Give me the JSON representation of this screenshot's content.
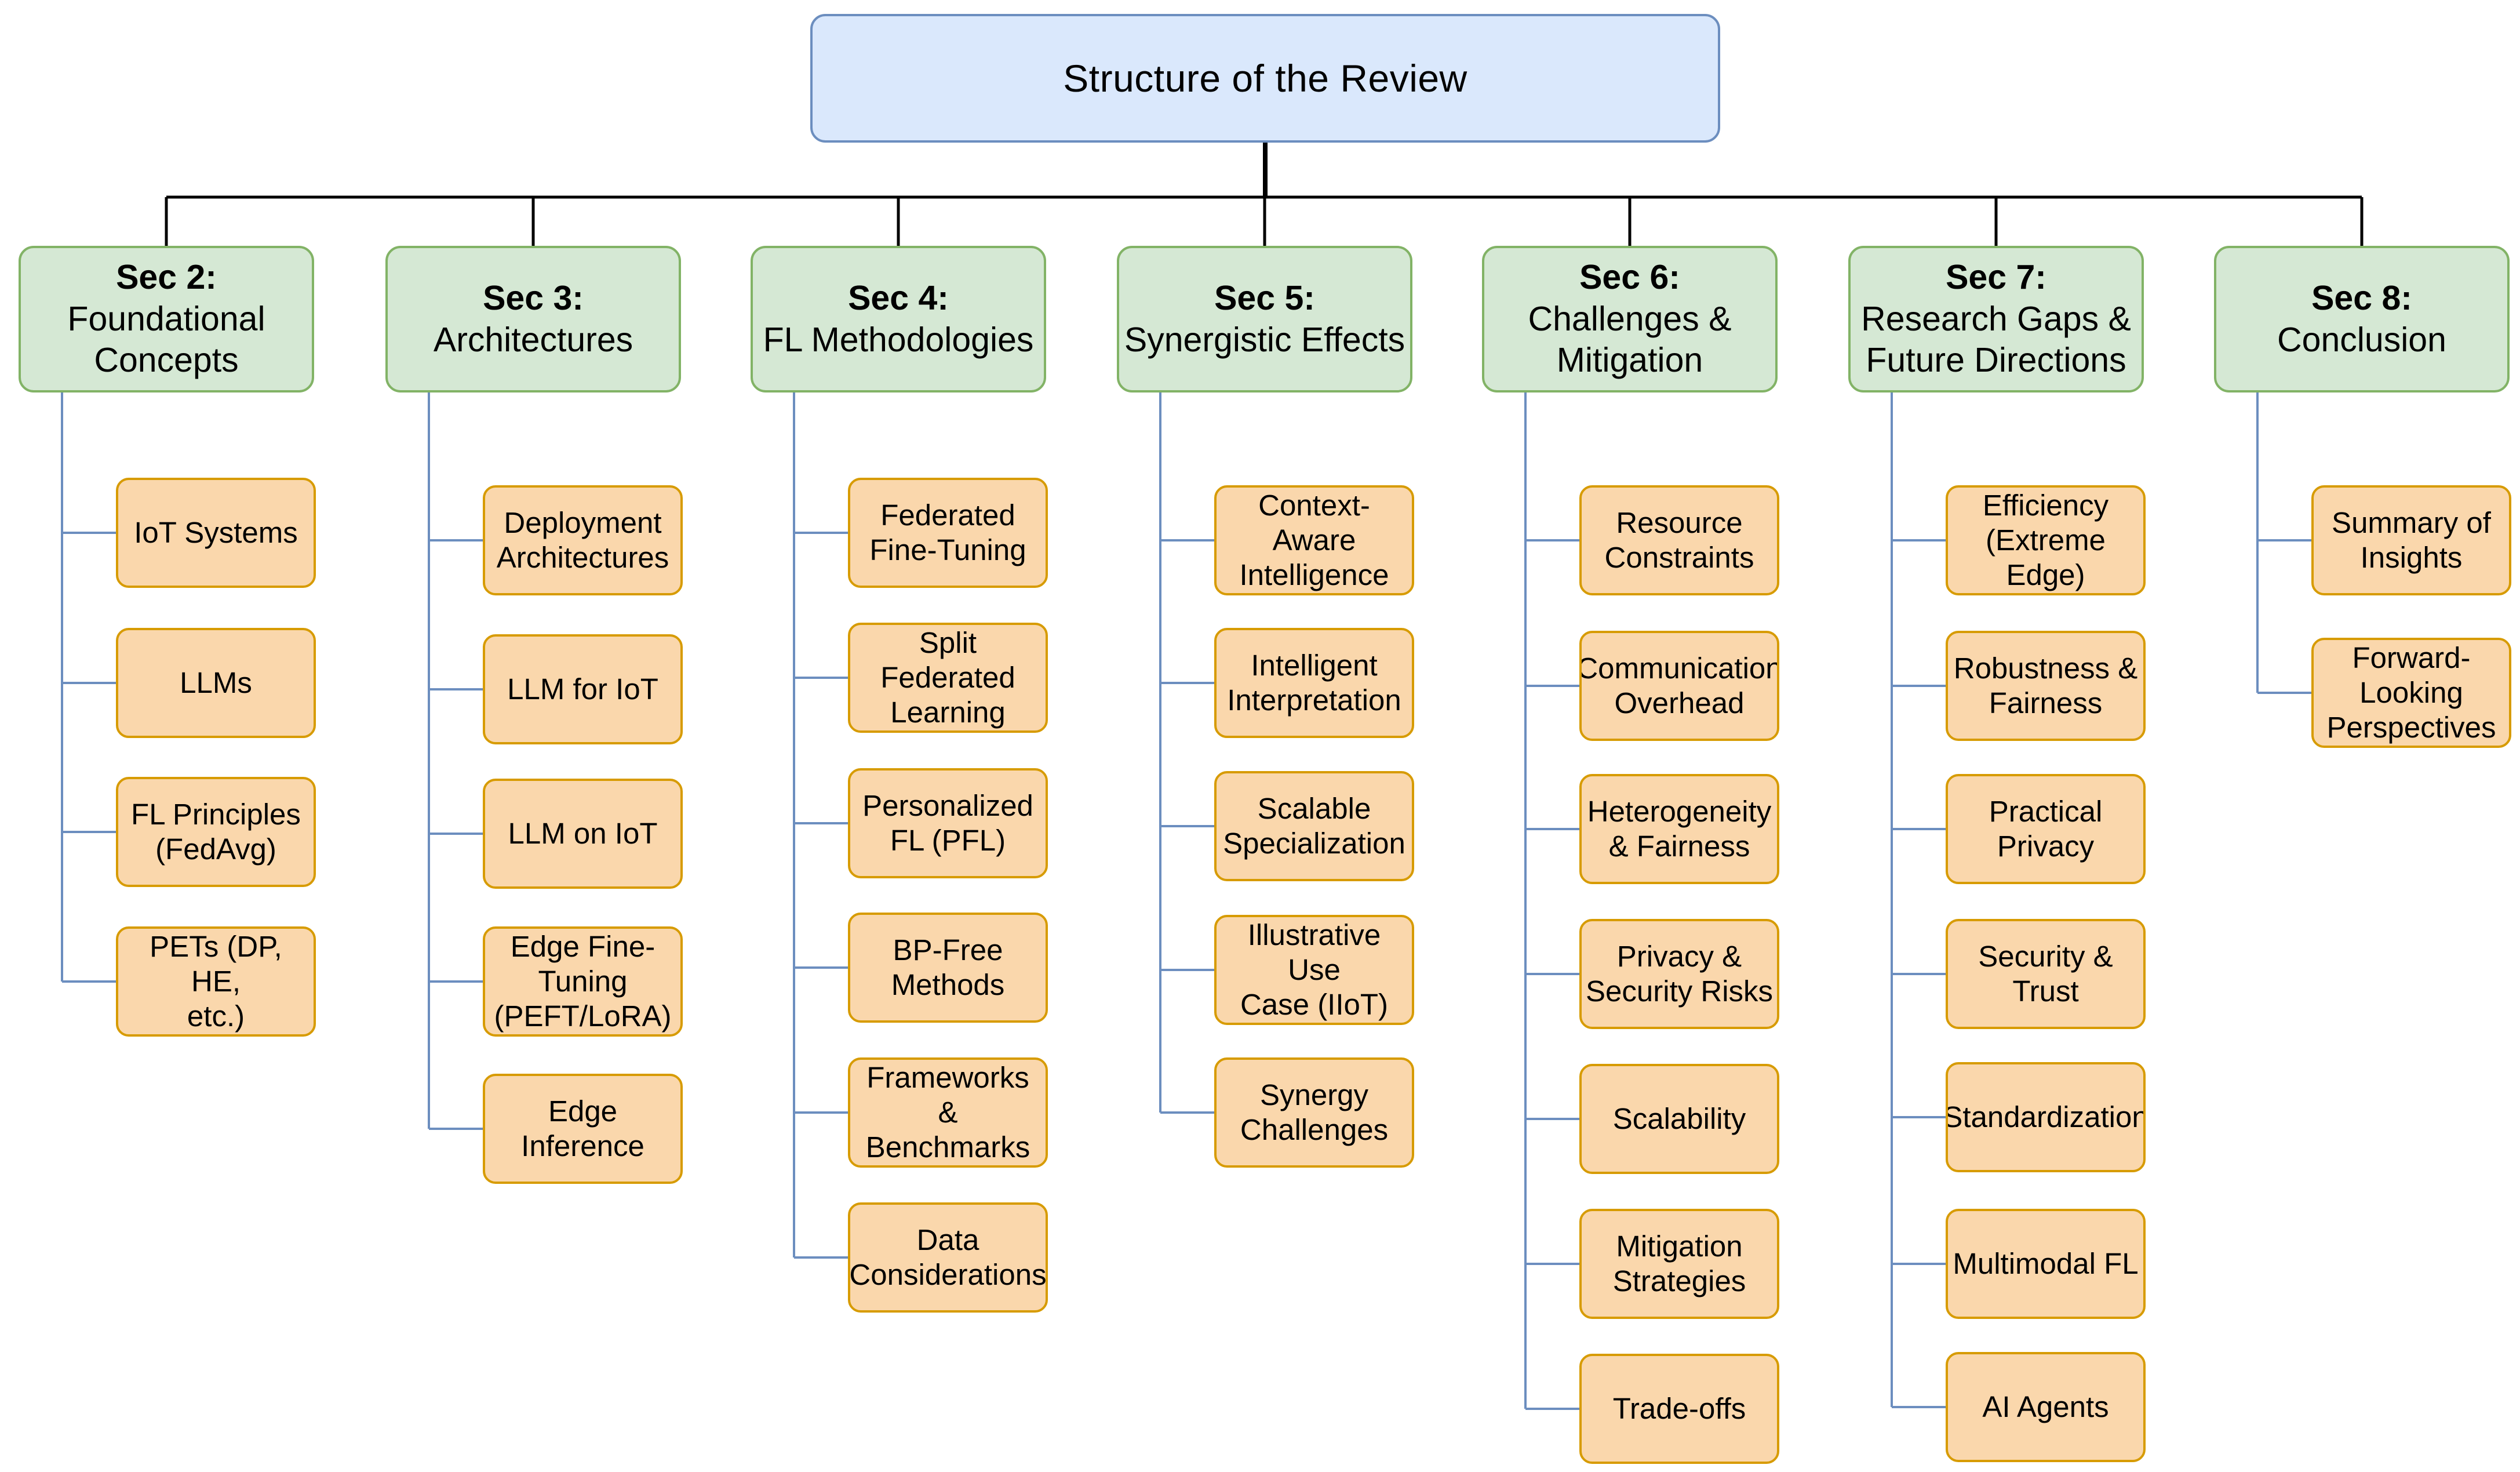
{
  "colors": {
    "root_fill": "#dae8fc",
    "root_stroke": "#6c8ebf",
    "section_fill": "#d5e8d4",
    "section_stroke": "#82b366",
    "leaf_fill": "#fad7ac",
    "leaf_stroke": "#d79b00",
    "tree_connector": "#000000",
    "leaf_connector": "#6c8ebf"
  },
  "root": {
    "title": "Structure of the Review"
  },
  "sections": [
    {
      "id": "sec2",
      "number": "Sec 2:",
      "title": "Foundational\nConcepts",
      "items": [
        "IoT Systems",
        "LLMs",
        "FL Principles\n(FedAvg)",
        "PETs (DP, HE,\netc.)"
      ]
    },
    {
      "id": "sec3",
      "number": "Sec 3:",
      "title": "Architectures",
      "items": [
        "Deployment\nArchitectures",
        "LLM for IoT",
        "LLM on IoT",
        "Edge Fine-\nTuning\n(PEFT/LoRA)",
        "Edge\nInference"
      ]
    },
    {
      "id": "sec4",
      "number": "Sec 4:",
      "title": "FL Methodologies",
      "items": [
        "Federated\nFine-Tuning",
        "Split\nFederated\nLearning",
        "Personalized\nFL (PFL)",
        "BP-Free\nMethods",
        "Frameworks &\nBenchmarks",
        "Data\nConsiderations"
      ]
    },
    {
      "id": "sec5",
      "number": "Sec 5:",
      "title": "Synergistic Effects",
      "items": [
        "Context-\nAware\nIntelligence",
        "Intelligent\nInterpretation",
        "Scalable\nSpecialization",
        "Illustrative Use\nCase (IIoT)",
        "Synergy\nChallenges"
      ]
    },
    {
      "id": "sec6",
      "number": "Sec 6:",
      "title": "Challenges &\nMitigation",
      "items": [
        "Resource\nConstraints",
        "Communication\nOverhead",
        "Heterogeneity\n& Fairness",
        "Privacy &\nSecurity Risks",
        "Scalability",
        "Mitigation\nStrategies",
        "Trade-offs"
      ]
    },
    {
      "id": "sec7",
      "number": "Sec 7:",
      "title": "Research Gaps &\nFuture Directions",
      "items": [
        "Efficiency\n(Extreme\nEdge)",
        "Robustness &\nFairness",
        "Practical\nPrivacy",
        "Security &\nTrust",
        "Standardization",
        "Multimodal FL",
        "AI Agents"
      ]
    },
    {
      "id": "sec8",
      "number": "Sec 8:",
      "title": "Conclusion",
      "items": [
        "Summary of\nInsights",
        "Forward-\nLooking\nPerspectives"
      ]
    }
  ]
}
